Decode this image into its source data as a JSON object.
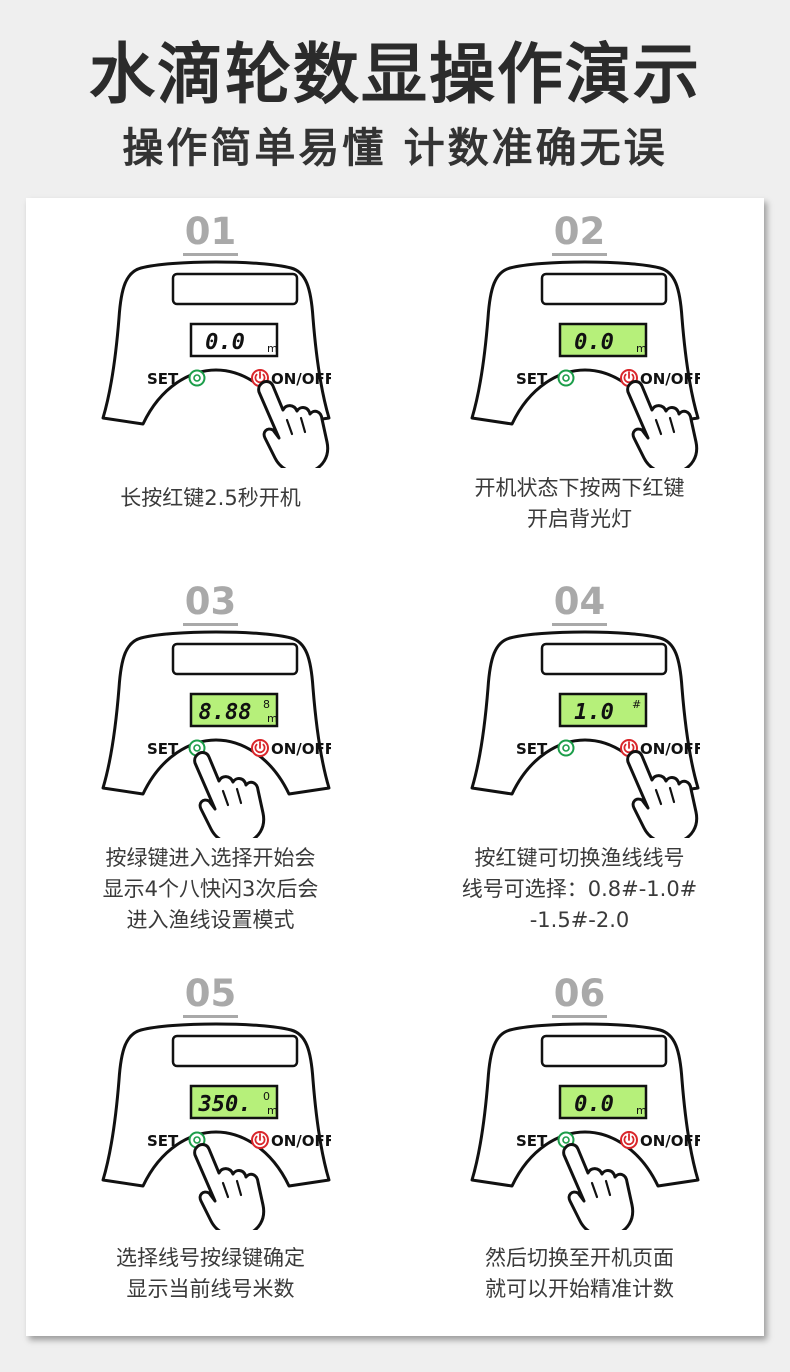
{
  "header": {
    "title": "水滴轮数显操作演示",
    "subtitle": "操作简单易懂 计数准确无误"
  },
  "device_labels": {
    "set": "SET",
    "onoff": "ON/OFF"
  },
  "colors": {
    "backlight": "#b6f07a",
    "off": "#ffffff",
    "power": "#d9262b",
    "set": "#1c9e4a"
  },
  "steps": [
    {
      "num": "01",
      "display": "0.0",
      "unit": "m",
      "sup": "",
      "backlit": false,
      "press": "power",
      "desc": [
        "长按红键2.5秒开机"
      ]
    },
    {
      "num": "02",
      "display": "0.0",
      "unit": "m",
      "sup": "",
      "backlit": true,
      "press": "power",
      "desc": [
        "开机状态下按两下红键",
        "开启背光灯"
      ]
    },
    {
      "num": "03",
      "display": "8.88",
      "unit": "m",
      "sup": "8",
      "backlit": true,
      "press": "set",
      "desc": [
        "按绿键进入选择开始会",
        "显示4个八快闪3次后会",
        "进入渔线设置模式"
      ]
    },
    {
      "num": "04",
      "display": "1.0",
      "unit": "",
      "sup": "#",
      "backlit": true,
      "press": "power",
      "desc": [
        "按红键可切换渔线线号",
        "线号可选择：0.8#-1.0#",
        "-1.5#-2.0"
      ]
    },
    {
      "num": "05",
      "display": "350.",
      "unit": "m",
      "sup": "0",
      "backlit": true,
      "press": "set",
      "desc": [
        "选择线号按绿键确定",
        "显示当前线号米数"
      ]
    },
    {
      "num": "06",
      "display": "0.0",
      "unit": "m",
      "sup": "",
      "backlit": true,
      "press": "set",
      "desc": [
        "然后切换至开机页面",
        "就可以开始精准计数"
      ]
    }
  ]
}
